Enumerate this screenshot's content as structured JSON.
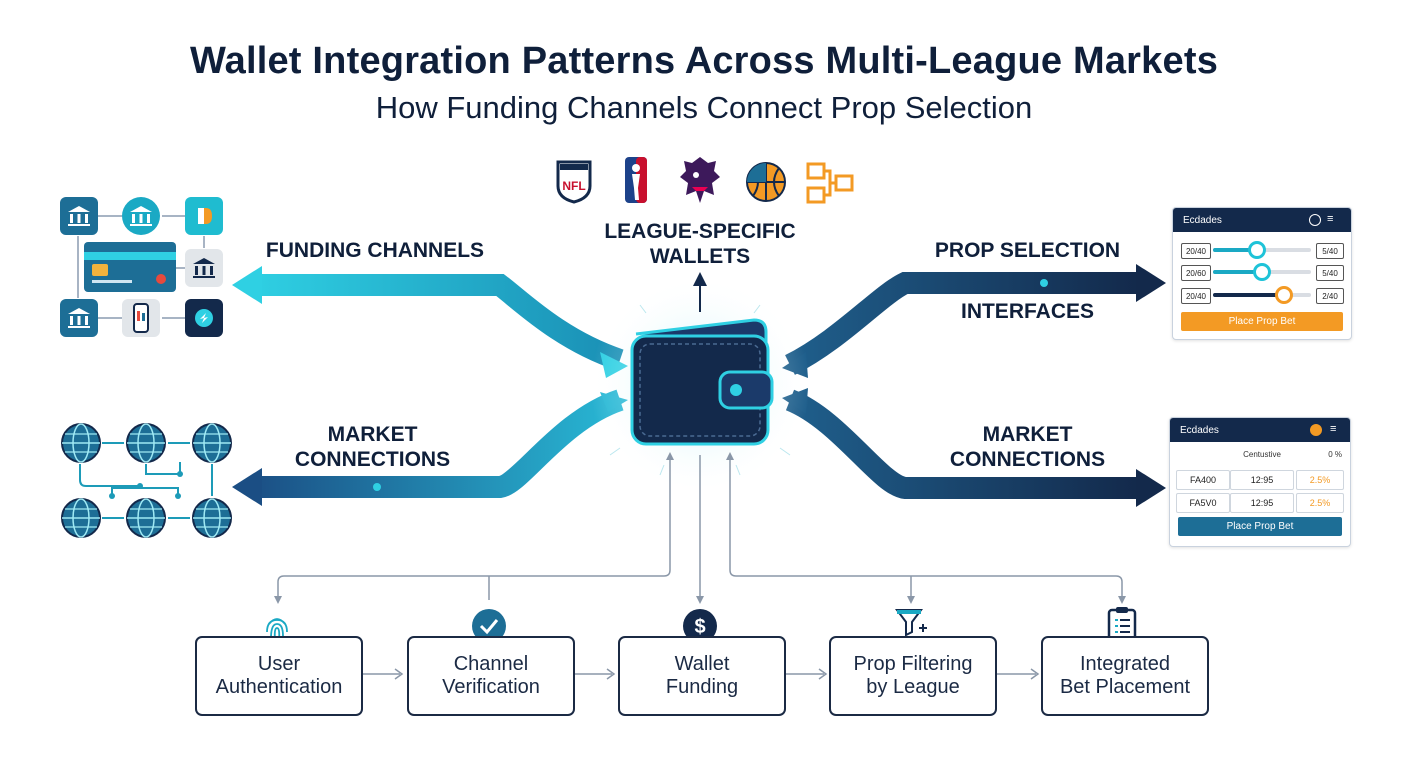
{
  "header": {
    "title": "Wallet Integration Patterns Across Multi-League Markets",
    "subtitle": "How Funding Channels Connect Prop Selection"
  },
  "labels": {
    "funding_channels": "FUNDING CHANNELS",
    "league_wallets_line1": "LEAGUE-SPECIFIC",
    "league_wallets_line2": "WALLETS",
    "prop_selection": "PROP SELECTION",
    "interfaces": "INTERFACES",
    "market_connections_left_line1": "MARKET",
    "market_connections_left_line2": "CONNECTIONS",
    "market_connections_right_line1": "MARKET",
    "market_connections_right_line2": "CONNECTIONS"
  },
  "league_logos": [
    {
      "name": "nfl-logo",
      "text": "NFL"
    },
    {
      "name": "nba-logo",
      "text": ""
    },
    {
      "name": "premier-league-logo",
      "text": ""
    },
    {
      "name": "basketball-logo",
      "text": ""
    },
    {
      "name": "flowchart-logo",
      "text": ""
    }
  ],
  "cards": {
    "prop_card": {
      "header": "Ecdades",
      "rows": [
        {
          "left": "20/40",
          "right": "5/40",
          "level": 0.45
        },
        {
          "left": "20/60",
          "right": "5/40",
          "level": 0.5
        },
        {
          "left": "20/40",
          "right": "2/40",
          "level": 0.72
        }
      ],
      "button": "Place Prop Bet"
    },
    "market_card": {
      "header": "Ecdades",
      "columns": [
        "",
        "Centustive",
        "0 %"
      ],
      "rows": [
        {
          "c1": "FA400",
          "c2": "12:95",
          "c3": "2.5%"
        },
        {
          "c1": "FA5V0",
          "c2": "12:95",
          "c3": "2.5%"
        }
      ],
      "button": "Place Prop Bet"
    }
  },
  "steps": [
    {
      "line1": "User",
      "line2": "Authentication",
      "icon": "fingerprint-icon"
    },
    {
      "line1": "Channel",
      "line2": "Verification",
      "icon": "checkmark-icon"
    },
    {
      "line1": "Wallet",
      "line2": "Funding",
      "icon": "dollar-icon"
    },
    {
      "line1": "Prop Filtering",
      "line2": "by League",
      "icon": "filter-icon"
    },
    {
      "line1": "Integrated",
      "line2": "Bet Placement",
      "icon": "clipboard-icon"
    }
  ],
  "colors": {
    "navy": "#13294b",
    "teal": "#1ec3d8",
    "orange": "#f39a24",
    "accent_blue": "#1d6e96"
  }
}
